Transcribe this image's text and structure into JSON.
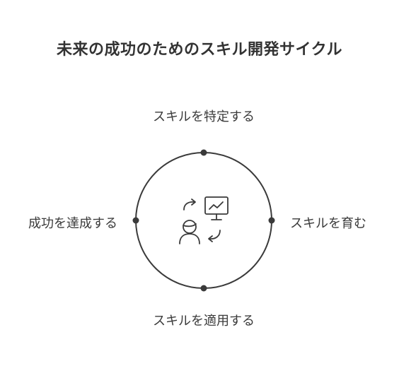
{
  "title": "未来の成功のためのスキル開発サイクル",
  "stages": {
    "top": "スキルを特定する",
    "right": "スキルを育む",
    "bottom": "スキルを適用する",
    "left": "成功を達成する"
  },
  "center_icons": [
    "clockwise-arrow-icon",
    "presentation-board-icon",
    "person-icon",
    "return-arrow-icon"
  ],
  "colors": {
    "stroke": "#3a3a3a",
    "text": "#3a3a3a",
    "background": "#ffffff"
  }
}
